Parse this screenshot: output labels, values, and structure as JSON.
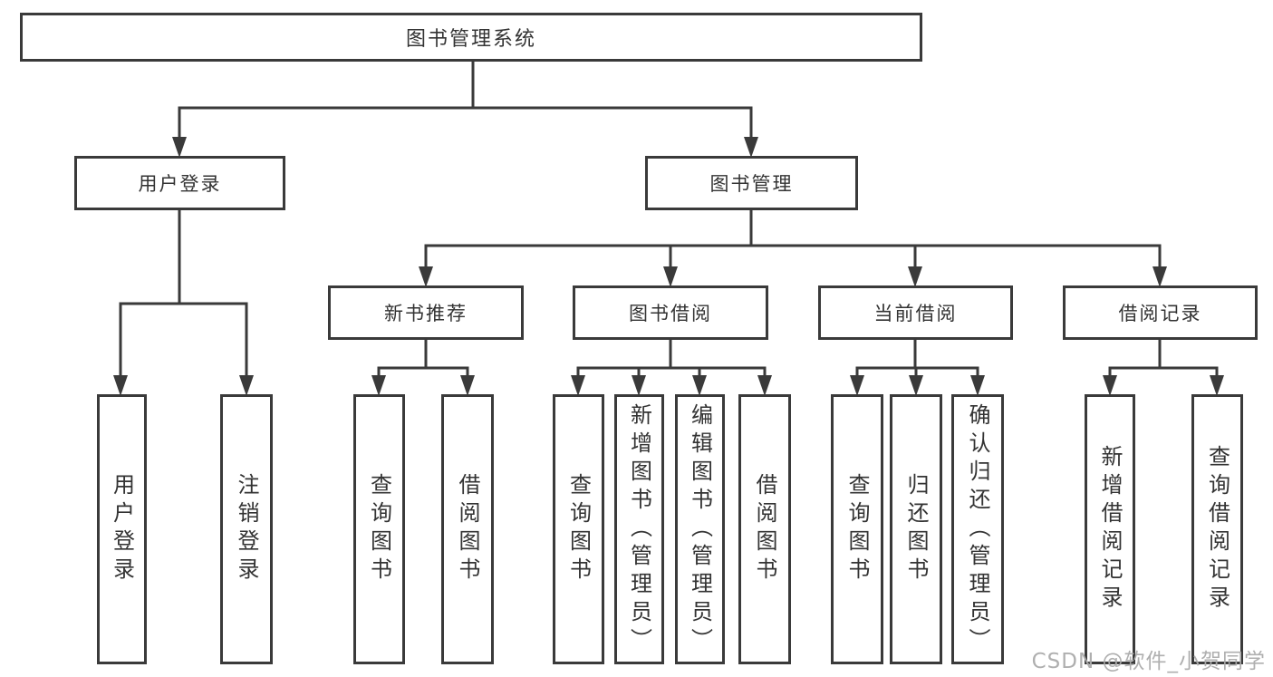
{
  "diagram": {
    "type": "hierarchy-tree",
    "colors": {
      "background": "#ffffff",
      "box_border": "#3a3a3a",
      "connector": "#3a3a3a",
      "text": "#333333",
      "watermark": "#ababab"
    },
    "tree": {
      "root": {
        "label": "图书管理系统"
      },
      "branches": [
        {
          "label": "用户登录",
          "children": [
            {
              "label": "用户登录"
            },
            {
              "label": "注销登录"
            }
          ]
        },
        {
          "label": "图书管理",
          "children": [
            {
              "label": "新书推荐",
              "children": [
                {
                  "label": "查询图书"
                },
                {
                  "label": "借阅图书"
                }
              ]
            },
            {
              "label": "图书借阅",
              "children": [
                {
                  "label": "查询图书"
                },
                {
                  "label": "新增图书（管理员）"
                },
                {
                  "label": "编辑图书（管理员）"
                },
                {
                  "label": "借阅图书"
                }
              ]
            },
            {
              "label": "当前借阅",
              "children": [
                {
                  "label": "查询图书"
                },
                {
                  "label": "归还图书"
                },
                {
                  "label": "确认归还（管理员）"
                }
              ]
            },
            {
              "label": "借阅记录",
              "children": [
                {
                  "label": "新增借阅记录"
                },
                {
                  "label": "查询借阅记录"
                }
              ]
            }
          ]
        }
      ]
    }
  },
  "watermark": {
    "text": "CSDN @软件_小贺同学"
  }
}
